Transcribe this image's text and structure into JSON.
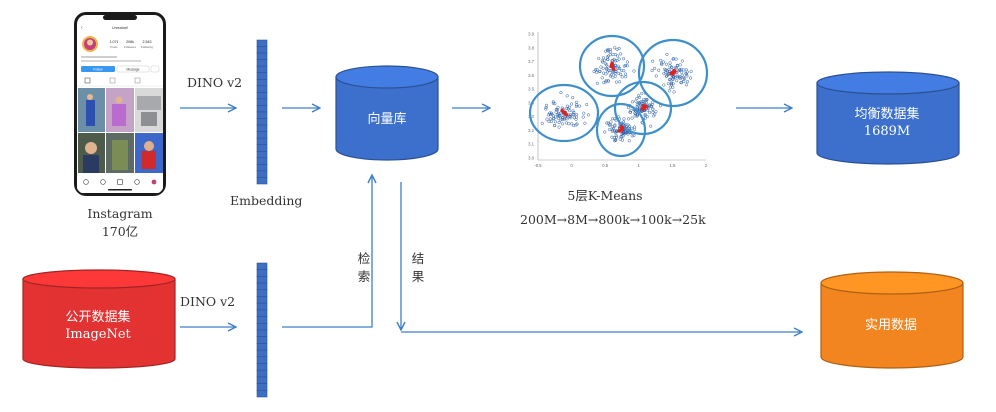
{
  "source": {
    "phone_label_line1": "Instagram",
    "phone_label_line2": "170亿",
    "profile_name": "Unrealcell",
    "stats": [
      {
        "value": "1,071",
        "label": "Posts"
      },
      {
        "value": "208k",
        "label": "Followers"
      },
      {
        "value": "2,543",
        "label": "Following"
      }
    ],
    "follow_label": "Follow",
    "message_label": "Message"
  },
  "public_db": {
    "line1": "公开数据集",
    "line2": "ImageNet",
    "color": "#e23232"
  },
  "embedding": {
    "model_top": "DINO v2",
    "model_bottom": "DINO v2",
    "label": "Embedding",
    "color": "#3d6fc5"
  },
  "vector_db": {
    "label": "向量库",
    "color": "#3c70cc"
  },
  "retrieval": {
    "search_label": "检索",
    "result_label": "结果"
  },
  "clustering": {
    "title": "5层K-Means",
    "pipeline": "200M→8M→800k→100k→25k",
    "y_ticks": [
      "3.9",
      "3.8",
      "3.7",
      "3.6",
      "3.5",
      "3.4",
      "3.3",
      "3.2",
      "3.1",
      "3.0"
    ],
    "x_ticks": [
      "-0.5",
      "0",
      "0.5",
      "1",
      "1.5",
      "2"
    ],
    "point_color": "#2a5fa8",
    "center_color": "#e0201e",
    "ring_color": "#3f8fca"
  },
  "balanced_db": {
    "line1": "均衡数据集",
    "line2": "1689M",
    "color": "#3c70cc"
  },
  "practical_db": {
    "label": "实用数据",
    "color": "#f2851f"
  }
}
